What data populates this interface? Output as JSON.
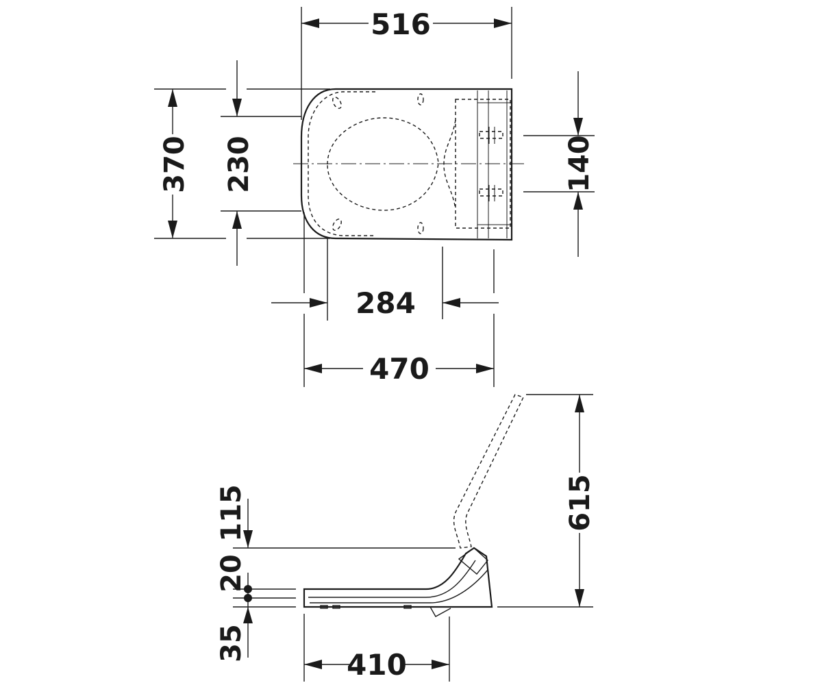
{
  "dimensions": {
    "top_width": "516",
    "overall_depth": "370",
    "inner_depth": "230",
    "mount_spacing": "140",
    "inner_length": "284",
    "overall_length": "470",
    "lid_open_height": "615",
    "seat_height": "115",
    "thickness_a": "20",
    "thickness_b": "35",
    "side_length": "410"
  }
}
